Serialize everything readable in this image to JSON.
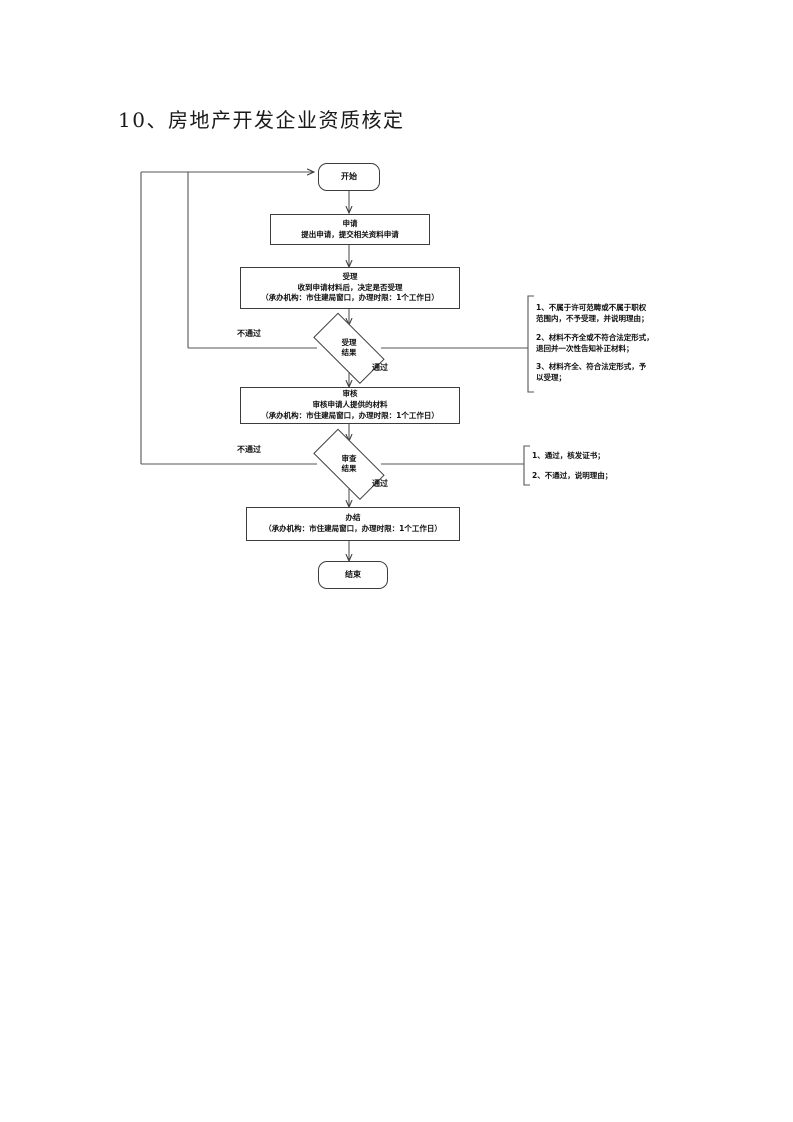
{
  "document": {
    "title": "10、房地产开发企业资质核定"
  },
  "flowchart": {
    "type": "process-flow",
    "nodes": {
      "start": {
        "shape": "terminator",
        "label": "开始"
      },
      "apply": {
        "shape": "process",
        "title": "申请",
        "detail": "提出申请，提交相关资料申请"
      },
      "accept": {
        "shape": "process",
        "title": "受理",
        "detail": "收到申请材料后，决定是否受理",
        "meta": "（承办机构：市住建局窗口，办理时限：1个工作日）"
      },
      "accept_decision": {
        "shape": "decision",
        "line1": "受理",
        "line2": "结果"
      },
      "review": {
        "shape": "process",
        "title": "审核",
        "detail": "审核申请人提供的材料",
        "meta": "（承办机构：市住建局窗口，办理时限：1个工作日）"
      },
      "review_decision": {
        "shape": "decision",
        "line1": "审查",
        "line2": "结果"
      },
      "finish": {
        "shape": "process",
        "title": "办结",
        "meta": "（承办机构：市住建局窗口，办理时限：1个工作日）"
      },
      "end": {
        "shape": "terminator",
        "label": "结束"
      }
    },
    "edge_labels": {
      "accept_fail": "不通过",
      "accept_pass": "通过",
      "review_fail": "不通过",
      "review_pass": "通过"
    },
    "notes": {
      "accept_note": {
        "items": [
          {
            "l1": "1、不属于许可范畴或不属于职权",
            "l2": "范围内，不予受理，并说明理由；"
          },
          {
            "l1": "2、材料不齐全或不符合法定形式，",
            "l2": "退回并一次性告知补正材料；"
          },
          {
            "l1": "3、材料齐全、符合法定形式，予",
            "l2": "以受理；"
          }
        ]
      },
      "review_note": {
        "items": [
          {
            "l1": "1、通过，核发证书；",
            "l2": ""
          },
          {
            "l1": "2、不通过，说明理由；",
            "l2": ""
          }
        ]
      }
    }
  }
}
